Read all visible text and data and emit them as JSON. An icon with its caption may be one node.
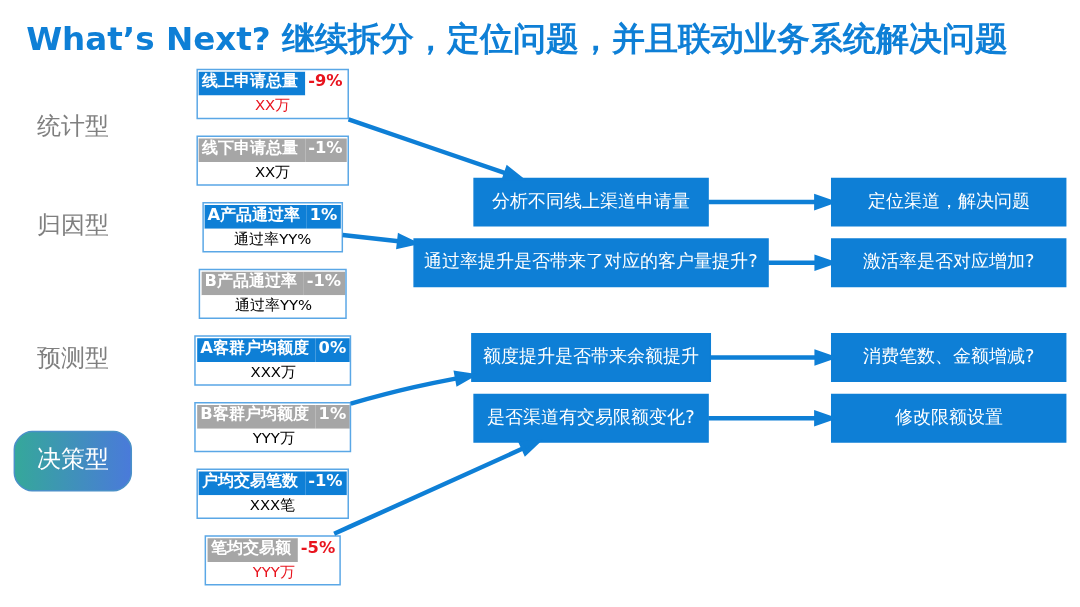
{
  "diagram": {
    "title": "What’s Next? 继续拆分，定位问题，并且联动业务系统解决问题",
    "nodes": [
      {
        "text": [
          "统计型"
        ]
      },
      {
        "text": [
          "归因型"
        ]
      },
      {
        "text": [
          "预测型"
        ]
      },
      {
        "text": [
          "决策型"
        ]
      },
      {
        "text": [
          "线上申请总量",
          "-9%",
          "XX万"
        ]
      },
      {
        "text": [
          "线下申请总量",
          "-1%",
          "XX万"
        ]
      },
      {
        "text": [
          "A产品通过率",
          "1%",
          "通过率YY%"
        ]
      },
      {
        "text": [
          "B产品通过率",
          "-1%",
          "通过率YY%"
        ]
      },
      {
        "text": [
          "A客群户均额度",
          "0%",
          "XXX万"
        ]
      },
      {
        "text": [
          "B客群户均额度",
          "1%",
          "YYY万"
        ]
      },
      {
        "text": [
          "户均交易笔数",
          "-1%",
          "XXX笔"
        ]
      },
      {
        "text": [
          "笔均交易额",
          "-5%",
          "YYY万"
        ]
      },
      {
        "text": [
          "分析不同线上渠道申请量"
        ]
      },
      {
        "text": [
          "定位渠道，解决问题"
        ]
      },
      {
        "text": [
          "通过率提升是否带来了对应的客户量提升?"
        ]
      },
      {
        "text": [
          "激活率是否对应增加?"
        ]
      },
      {
        "text": [
          "额度提升是否带来余额提升"
        ]
      },
      {
        "text": [
          "消费笔数、金额增减?"
        ]
      },
      {
        "text": [
          "是否渠道有交易限额变化?"
        ]
      },
      {
        "text": [
          "修改限额设置"
        ]
      }
    ],
    "edges": [
      {
        "from": 4,
        "to": 12,
        "arrow": "to"
      },
      {
        "from": 12,
        "to": 13,
        "arrow": "to"
      },
      {
        "from": 6,
        "to": 14,
        "arrow": "to"
      },
      {
        "from": 14,
        "to": 15,
        "arrow": "to"
      },
      {
        "from": 9,
        "to": 16,
        "arrow": "to"
      },
      {
        "from": 16,
        "to": 17,
        "arrow": "to"
      },
      {
        "from": 11,
        "to": 18,
        "arrow": "to"
      },
      {
        "from": 18,
        "to": 19,
        "arrow": "to"
      }
    ]
  }
}
